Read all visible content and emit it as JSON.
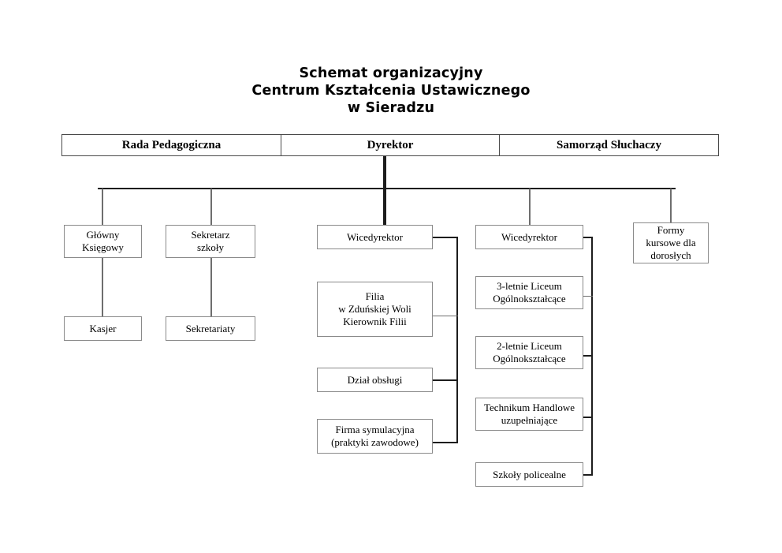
{
  "title": {
    "line1": "Schemat organizacyjny",
    "line2": "Centrum Kształcenia Ustawicznego",
    "line3": "w Sieradzu"
  },
  "header": {
    "cells": [
      {
        "label": "Rada Pedagogiczna"
      },
      {
        "label": "Dyrektor"
      },
      {
        "label": "Samorząd Słuchaczy"
      }
    ]
  },
  "nodes": {
    "glowny_ksiegowy": {
      "line1": "Główny",
      "line2": "Księgowy"
    },
    "sekretarz_szkoly": {
      "line1": "Sekretarz",
      "line2": "szkoły"
    },
    "kasjer": {
      "line1": "Kasjer"
    },
    "sekretariaty": {
      "line1": "Sekretariaty"
    },
    "wicedyrektor_center": {
      "line1": "Wicedyrektor"
    },
    "filia": {
      "line1": "Filia",
      "line2": "w Zduńskiej Woli",
      "line3": "Kierownik Filii"
    },
    "dzial_obslugi": {
      "line1": "Dział obsługi"
    },
    "firma_symulacyjna": {
      "line1": "Firma symulacyjna",
      "line2": "(praktyki zawodowe)"
    },
    "wicedyrektor_right": {
      "line1": "Wicedyrektor"
    },
    "liceum_3letnie": {
      "line1": "3-letnie Liceum",
      "line2": "Ogólnokształcące"
    },
    "liceum_2letnie": {
      "line1": "2-letnie Liceum",
      "line2": "Ogólnokształcące"
    },
    "technikum": {
      "line1": "Technikum Handlowe",
      "line2": "uzupełniające"
    },
    "szkoly_policealne": {
      "line1": "Szkoły policealne"
    },
    "formy_kursowe": {
      "line1": "Formy",
      "line2": "kursowe dla",
      "line3": "dorosłych"
    }
  },
  "colors": {
    "box_border": "#8a8a8a",
    "header_border": "#4a4a4a",
    "connector": "#6e6e6e",
    "connector_dark": "#1d1d1d",
    "text": "#000000",
    "background": "#ffffff"
  }
}
